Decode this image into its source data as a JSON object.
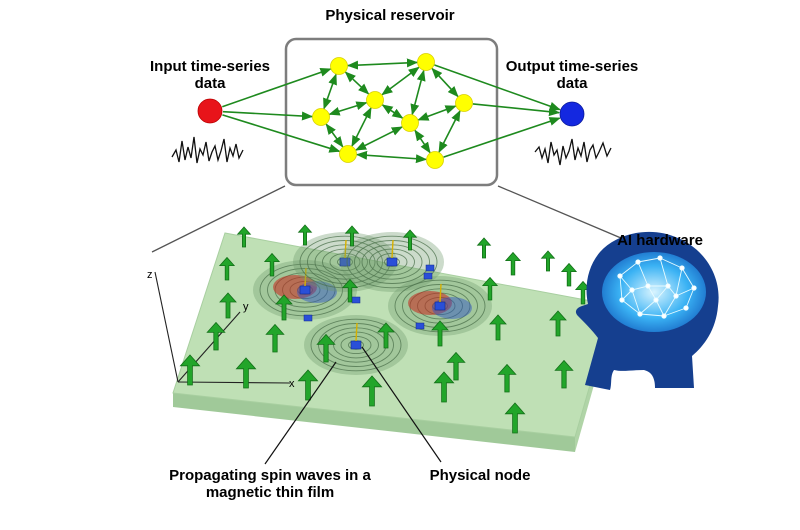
{
  "title": "Physical reservoir",
  "input": {
    "line1": "Input time-series",
    "line2": "data"
  },
  "output": {
    "line1": "Output time-series",
    "line2": "data"
  },
  "ai_hardware": "AI hardware",
  "spin_waves": {
    "line1": "Propagating spin waves in a",
    "line2": "magnetic thin film"
  },
  "physical_node": "Physical node",
  "axes": {
    "z": "z",
    "y": "y",
    "x": "x"
  },
  "colors": {
    "input_node": "#e8141a",
    "output_node": "#1428e0",
    "reservoir_node": "#ffff00",
    "arrow": "#1e8a1e",
    "film": "#b8dcb0",
    "head": "#123a8c",
    "brain": "#2fa8f0"
  }
}
